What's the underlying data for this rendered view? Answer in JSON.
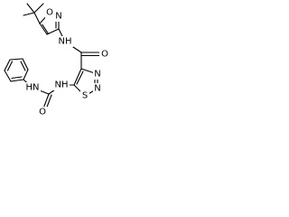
{
  "molecule": {
    "atoms": {
      "isoxazole_o": "O",
      "isoxazole_n": "N",
      "amide_nh": "NH",
      "amide_o": "O",
      "thiadiazole_n4": "N",
      "thiadiazole_n3": "N",
      "thiadiazole_s": "S",
      "urea_nh_thiadiazole": "NH",
      "urea_nh_phenyl": "HN",
      "urea_o": "O"
    }
  }
}
